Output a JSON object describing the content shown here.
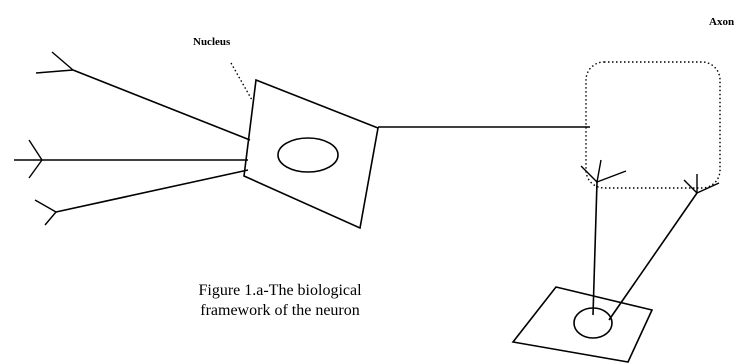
{
  "labels": {
    "nucleus": "Nucleus",
    "axon": "Axon"
  },
  "caption": {
    "line1": "Figure 1.a-The biological",
    "line2": "framework of the neuron"
  }
}
